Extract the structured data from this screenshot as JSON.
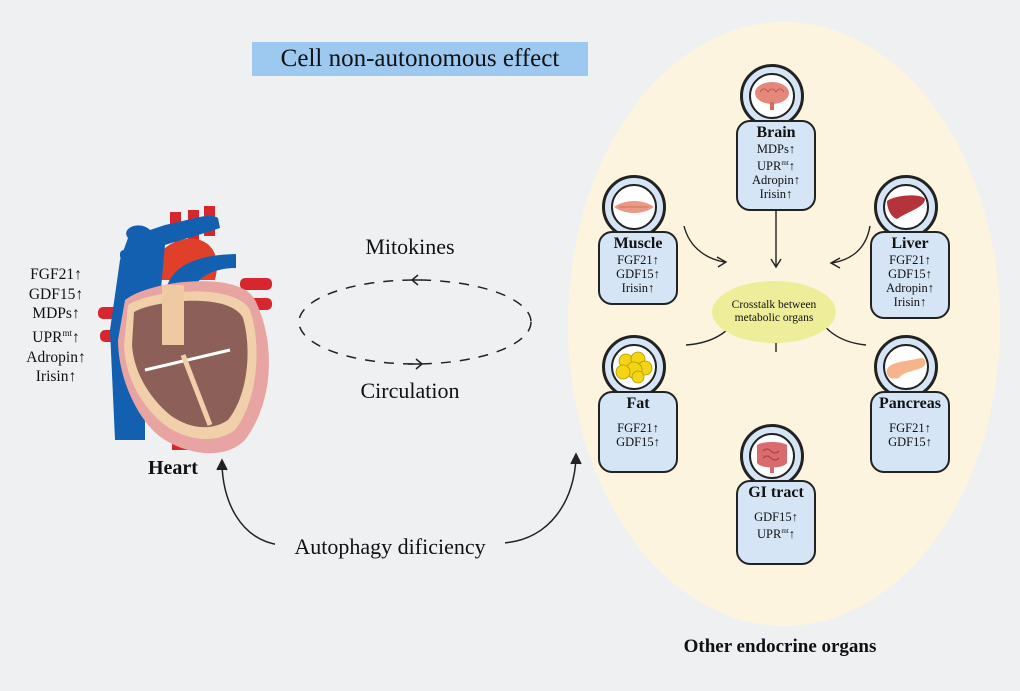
{
  "title": "Cell non-autonomous effect",
  "heart": {
    "label": "Heart",
    "markers": [
      {
        "name": "FGF21",
        "sup": "",
        "arrow": "↑"
      },
      {
        "name": "GDF15",
        "sup": "",
        "arrow": "↑"
      },
      {
        "name": "MDPs",
        "sup": "",
        "arrow": "↑"
      },
      {
        "name": "UPR",
        "sup": "mt",
        "arrow": "↑"
      },
      {
        "name": "Adropin",
        "sup": "",
        "arrow": "↑"
      },
      {
        "name": "Irisin",
        "sup": "",
        "arrow": "↑"
      }
    ]
  },
  "cycle": {
    "top_label": "Mitokines",
    "bottom_label": "Circulation"
  },
  "autophagy_label": "Autophagy dificiency",
  "endocrine": {
    "label": "Other endocrine organs",
    "center_label_line1": "Crosstalk between",
    "center_label_line2": "metabolic organs",
    "organs": [
      {
        "id": "brain",
        "name": "Brain",
        "icon": "brain-icon",
        "markers": [
          "MDPs↑",
          "UPR|mt|↑",
          "Adropin↑",
          "Irisin↑"
        ]
      },
      {
        "id": "muscle",
        "name": "Muscle",
        "icon": "muscle-icon",
        "markers": [
          "FGF21↑",
          "GDF15↑",
          "Irisin↑"
        ]
      },
      {
        "id": "liver",
        "name": "Liver",
        "icon": "liver-icon",
        "markers": [
          "FGF21↑",
          "GDF15↑",
          "Adropin↑",
          "Irisin↑"
        ]
      },
      {
        "id": "fat",
        "name": "Fat",
        "icon": "fat-icon",
        "markers": [
          "FGF21↑",
          "GDF15↑"
        ]
      },
      {
        "id": "pancreas",
        "name": "Pancreas",
        "icon": "pancreas-icon",
        "markers": [
          "FGF21↑",
          "GDF15↑"
        ]
      },
      {
        "id": "gi",
        "name": "GI tract",
        "icon": "intestine-icon",
        "markers": [
          "GDF15↑",
          "UPR|mt|↑"
        ]
      }
    ]
  },
  "colors": {
    "background": "#eff0f2",
    "title_highlight": "#9dc8f0",
    "endocrine_region": "#fcf4de",
    "crosstalk_ellipse": "#eeed99",
    "organ_card": "#d5e5f5"
  }
}
